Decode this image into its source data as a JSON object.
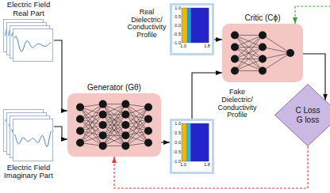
{
  "diagram": {
    "nodes": [
      {
        "text": [
          "Electric Field Real Part"
        ]
      },
      {
        "text": [
          "Electric Field Imaginary Part"
        ]
      },
      {
        "text": [
          "Generator (Gθ)"
        ]
      },
      {
        "text": [
          "Real Dielectric/ Conductivity Profile"
        ]
      },
      {
        "text": [
          "Fake Dielectric/ Conductivity Profile"
        ]
      },
      {
        "text": [
          "Critic (Cϕ)"
        ]
      },
      {
        "text": [
          "C Loss G loss"
        ]
      }
    ],
    "edges": [
      {
        "from": 0,
        "to": 2,
        "arrow": "to"
      },
      {
        "from": 1,
        "to": 2,
        "arrow": "to"
      },
      {
        "from": 2,
        "to": 4,
        "arrow": "to"
      },
      {
        "from": 3,
        "to": 5,
        "arrow": "to"
      },
      {
        "from": 4,
        "to": 5,
        "arrow": "to"
      },
      {
        "from": 5,
        "to": 6,
        "arrow": "to"
      },
      {
        "from": 6,
        "to": 5,
        "arrow": "to"
      },
      {
        "from": 6,
        "to": 2,
        "arrow": "to"
      }
    ],
    "labels": [
      "1.0",
      "0.5",
      "0.0",
      "-0.5",
      "-1.0",
      "1.0",
      "1.8",
      "1.0",
      "0.5",
      "0.0",
      "-0.5",
      "-1.0",
      "1.0",
      "1.8"
    ]
  }
}
